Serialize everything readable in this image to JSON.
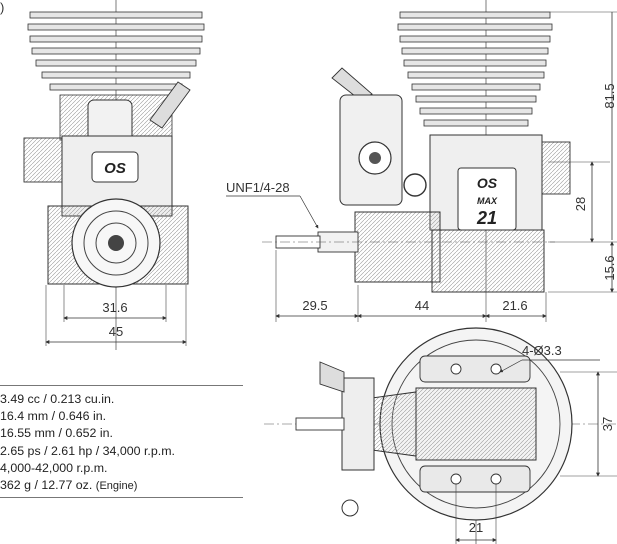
{
  "figure": {
    "panel_label": ")",
    "front_view": {
      "logo_text": "OS",
      "dimensions": {
        "width_inner": "31.6",
        "width_outer": "45"
      }
    },
    "side_view": {
      "logo_text": "OS",
      "logo_sub": "MAX",
      "logo_model": "21",
      "thread_label": "UNF1/4-28",
      "dimensions": {
        "shaft_length": "29.5",
        "body_length": "44",
        "rear_length": "21.6",
        "height_total": "81.5",
        "height_mid": "28",
        "height_low": "15.6"
      }
    },
    "bottom_view": {
      "dimensions": {
        "hole_spec": "4-Ø3.3",
        "mount_width": "37",
        "mount_spacing": "21"
      }
    }
  },
  "specs": {
    "rows": [
      {
        "value": "3.49 cc / 0.213 cu.in."
      },
      {
        "value": "16.4 mm / 0.646 in."
      },
      {
        "value": "16.55 mm / 0.652 in."
      },
      {
        "value": "2.65 ps / 2.61 hp / 34,000 r.p.m."
      },
      {
        "value": "4,000-42,000 r.p.m."
      },
      {
        "value": "362 g / 12.77 oz.",
        "note": "(Engine)"
      }
    ]
  }
}
